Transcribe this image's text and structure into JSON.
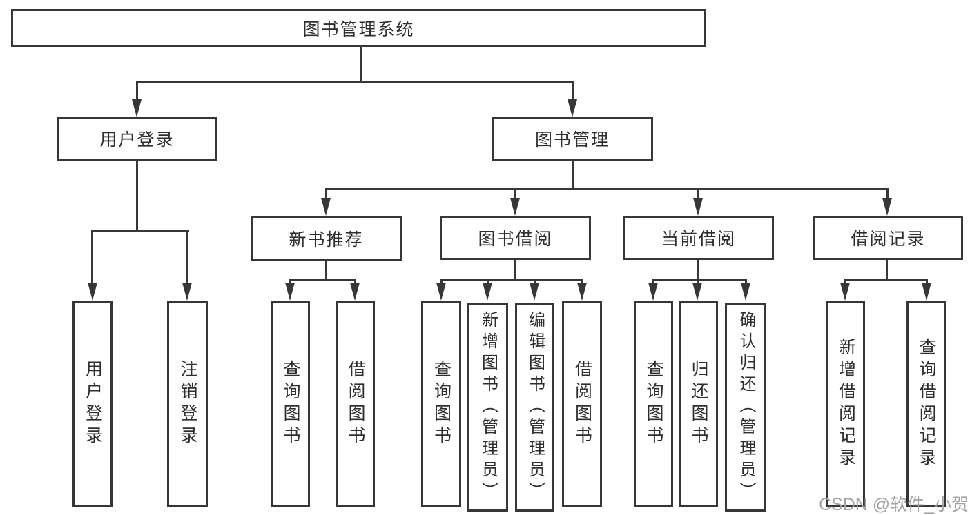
{
  "colors": {
    "background": "#ffffff",
    "line": "#373737",
    "box_border": "#373737",
    "box_fill": "#ffffff",
    "text": "#2e2e2e",
    "watermark": "#a3a3a3"
  },
  "tree": {
    "root": "图书管理系统",
    "branches": [
      {
        "label": "用户登录",
        "children": [
          "用户登录",
          "注销登录"
        ]
      },
      {
        "label": "图书管理",
        "groups": [
          {
            "label": "新书推荐",
            "children": [
              "查询图书",
              "借阅图书"
            ]
          },
          {
            "label": "图书借阅",
            "children": [
              "查询图书",
              "新增图书（管理员）",
              "编辑图书（管理员）",
              "借阅图书"
            ]
          },
          {
            "label": "当前借阅",
            "children": [
              "查询图书",
              "归还图书",
              "确认归还（管理员）"
            ]
          },
          {
            "label": "借阅记录",
            "children": [
              "新增借阅记录",
              "查询借阅记录"
            ]
          }
        ]
      }
    ]
  },
  "watermark": "CSDN @软件_小贺同学"
}
